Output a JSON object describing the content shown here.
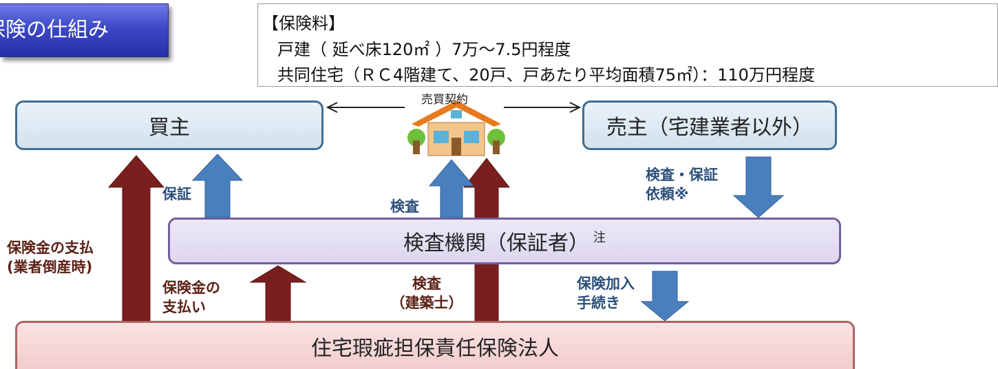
{
  "title": "保険の仕組み",
  "premium": {
    "heading": "【保険料】",
    "line1": "戸建（ 延べ床120㎡ ）7万〜7.5円程度",
    "line2": "共同住宅（ＲＣ4階建て、20戸、戸あたり平均面積75㎡）：110万円程度"
  },
  "nodes": {
    "buyer": "買主",
    "seller": "売主（宅建業者以外）",
    "agency": "検査機関（保証者）",
    "agency_note": "注",
    "insurer": "住宅瑕疵担保責任保険法人"
  },
  "labels": {
    "contract": "売買契約",
    "guarantee": "保証",
    "inspection": "検査",
    "request_line1": "検査・保証",
    "request_line2": "依頼※",
    "payout_line1": "保険金の支払",
    "payout_line2": "(業者倒産時)",
    "payment_line1": "保険金の",
    "payment_line2": "支払い",
    "inspection_arch_line1": "検査",
    "inspection_arch_line2": "（建築士）",
    "enroll_line1": "保険加入",
    "enroll_line2": "手続き"
  },
  "colors": {
    "blue_arrow": "#4a7fbe",
    "red_arrow": "#7a1f1f",
    "title_bg": "#3c48c6"
  }
}
